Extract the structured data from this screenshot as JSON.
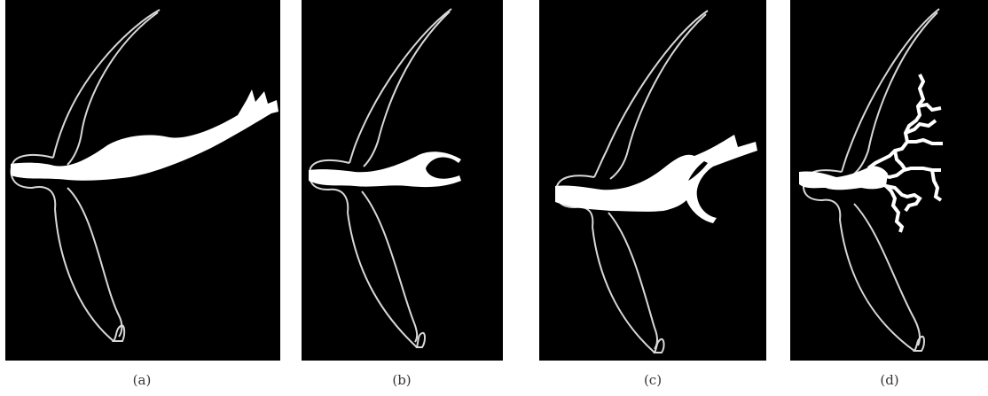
{
  "colors": {
    "background": "#000000",
    "outline": "#d8d8d8",
    "fill": "#ffffff",
    "caption": "#333333"
  },
  "panels": [
    {
      "label": "(a)"
    },
    {
      "label": "(b)"
    },
    {
      "label": "(c)"
    },
    {
      "label": "(d)"
    }
  ]
}
